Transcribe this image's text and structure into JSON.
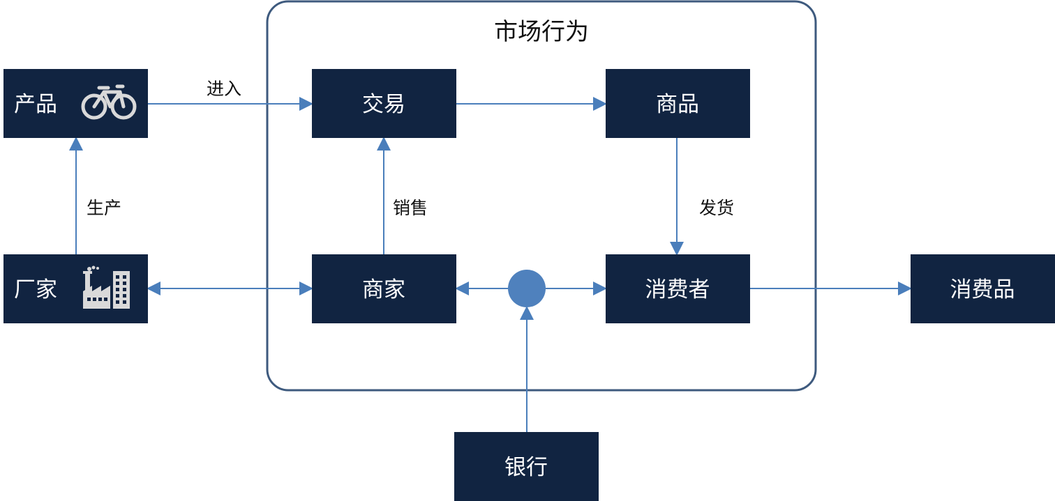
{
  "colors": {
    "node_fill": "#112441",
    "node_text": "#ffffff",
    "edge": "#4a7ebb",
    "group_border": "#3e5a7e",
    "hub": "#4f81bd",
    "icon": "#d9d9d9",
    "label_text": "#111111"
  },
  "group": {
    "title": "市场行为"
  },
  "nodes": {
    "product": {
      "label": "产品",
      "icon": "bicycle-icon"
    },
    "factory": {
      "label": "厂家",
      "icon": "factory-icon"
    },
    "trade": {
      "label": "交易"
    },
    "goods": {
      "label": "商品"
    },
    "merchant": {
      "label": "商家"
    },
    "consumer": {
      "label": "消费者"
    },
    "consumer_goods": {
      "label": "消费品"
    },
    "bank": {
      "label": "银行"
    }
  },
  "edges": {
    "produce": "生产",
    "enter": "进入",
    "sell": "销售",
    "ship": "发货"
  }
}
